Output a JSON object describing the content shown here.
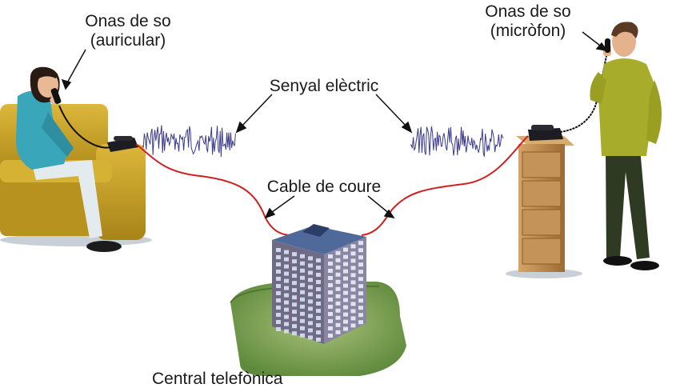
{
  "labels": {
    "sound_waves_earpiece": {
      "line1": "Onas de so",
      "line2": "(auricular)"
    },
    "sound_waves_microphone": {
      "line1": "Onas de so",
      "line2": "(micròfon)"
    },
    "electric_signal": "Senyal elèctric",
    "copper_cable": "Cable de coure",
    "telephone_exchange": "Central telefònica"
  },
  "colors": {
    "cable": "#d21e1e",
    "signal_wave": "#3b3a8c",
    "sofa": "#c9a227",
    "sweater_woman": "#3aa6b9",
    "sweater_man": "#a7ad2a",
    "cabinet": "#c08a4a",
    "building": "#6f6a86",
    "ground": "#86a85a"
  },
  "icons": [
    "sofa-icon",
    "woman-on-phone-icon",
    "man-on-phone-icon",
    "telephone-icon",
    "cabinet-icon",
    "building-icon",
    "sound-wave-icon"
  ]
}
